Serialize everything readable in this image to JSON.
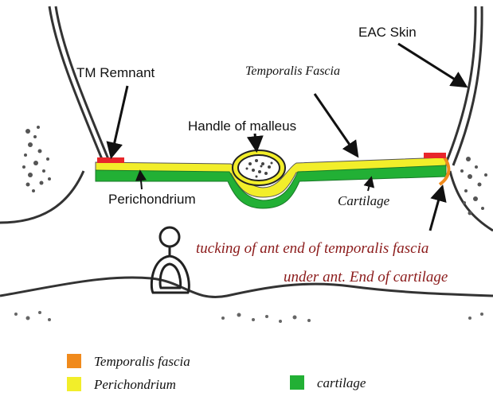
{
  "labels": {
    "eac_skin": "EAC Skin",
    "tm_remnant": "TM Remnant",
    "temporalis_fascia": "Temporalis Fascia",
    "handle_of_malleus": "Handle of malleus",
    "perichondrium": "Perichondrium",
    "cartilage": "Cartilage",
    "note_line1": "tucking of ant end of temporalis fascia",
    "note_line2": "under ant. End of cartilage"
  },
  "legend": [
    {
      "label": "Temporalis fascia",
      "color": "#f08a1c"
    },
    {
      "label": "Perichondrium",
      "color": "#f2ee2a"
    },
    {
      "label": "cartilage",
      "color": "#22b035"
    }
  ],
  "colors": {
    "tm_remnant": "#e8262b",
    "note_text": "#8b1a1a"
  }
}
